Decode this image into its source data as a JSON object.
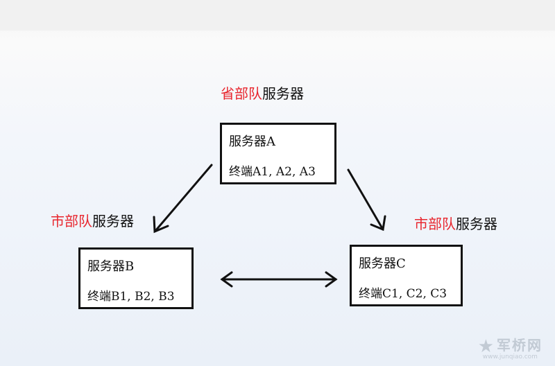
{
  "labels": {
    "province": {
      "red": "省部队",
      "black": "服务器"
    },
    "city_left": {
      "red": "市部队",
      "black": "服务器"
    },
    "city_right": {
      "red": "市部队",
      "black": "服务器"
    }
  },
  "servers": {
    "a": {
      "title": "服务器A",
      "terminals": "终端A1, A2, A3"
    },
    "b": {
      "title": "服务器B",
      "terminals": "终端B1, B2, B3"
    },
    "c": {
      "title": "服务器C",
      "terminals": "终端C1, C2, C3"
    }
  },
  "watermark": {
    "brand": "军桥网",
    "site": "www.junqiao.com"
  },
  "colors": {
    "red": "#e8262e",
    "ink": "#111111"
  }
}
